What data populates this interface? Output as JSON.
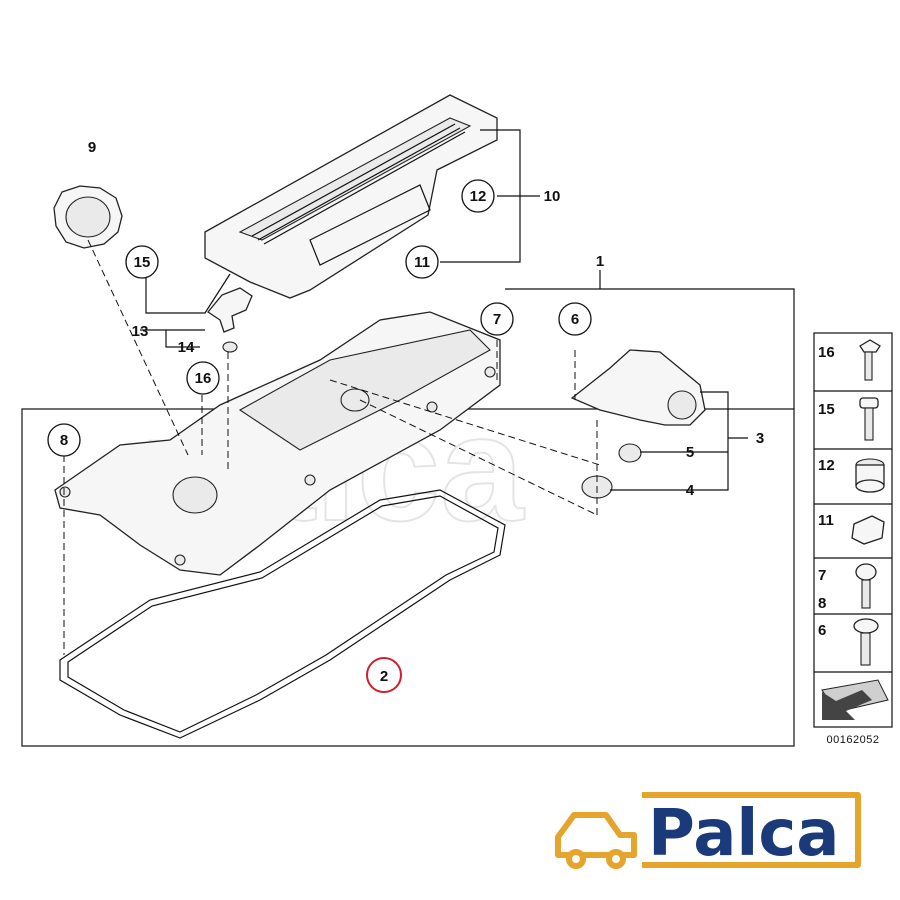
{
  "diagram": {
    "callouts_ring": [
      "9",
      "12",
      "11",
      "15",
      "7",
      "6",
      "16",
      "8",
      "2"
    ],
    "callouts_plain": [
      "10",
      "1",
      "13",
      "14",
      "3",
      "5",
      "4"
    ],
    "highlighted_callout": "2",
    "side_panel": [
      "16",
      "15",
      "12",
      "11",
      "7",
      "8",
      "6"
    ],
    "catalog_code": "00162052"
  },
  "logo": {
    "text": "Palca",
    "color": "#1b3a7a",
    "accent": "#e5a52c"
  },
  "watermark": {
    "text": "palca"
  },
  "colors": {
    "highlight": "#d0202a",
    "line": "#111111"
  }
}
